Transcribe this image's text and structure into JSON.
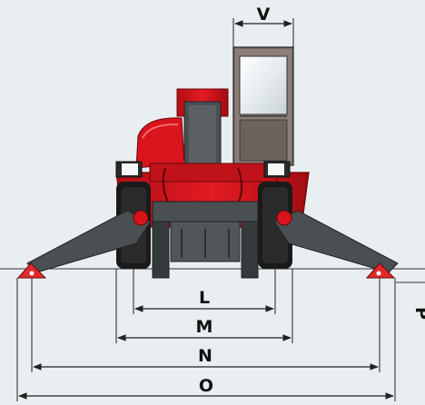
{
  "diagram": {
    "dimensions": {
      "v": "V",
      "l": "L",
      "m": "M",
      "n": "N",
      "o": "O",
      "p": "P"
    },
    "colors": {
      "background": "#e9eef0",
      "machine_red": "#d8141c",
      "machine_red_dark": "#8e0a10",
      "boom_grey": "#4a4f52",
      "tyre": "#1a1a1a",
      "outrigger_pad": "#e22a28",
      "dimension_line": "#222222"
    }
  }
}
